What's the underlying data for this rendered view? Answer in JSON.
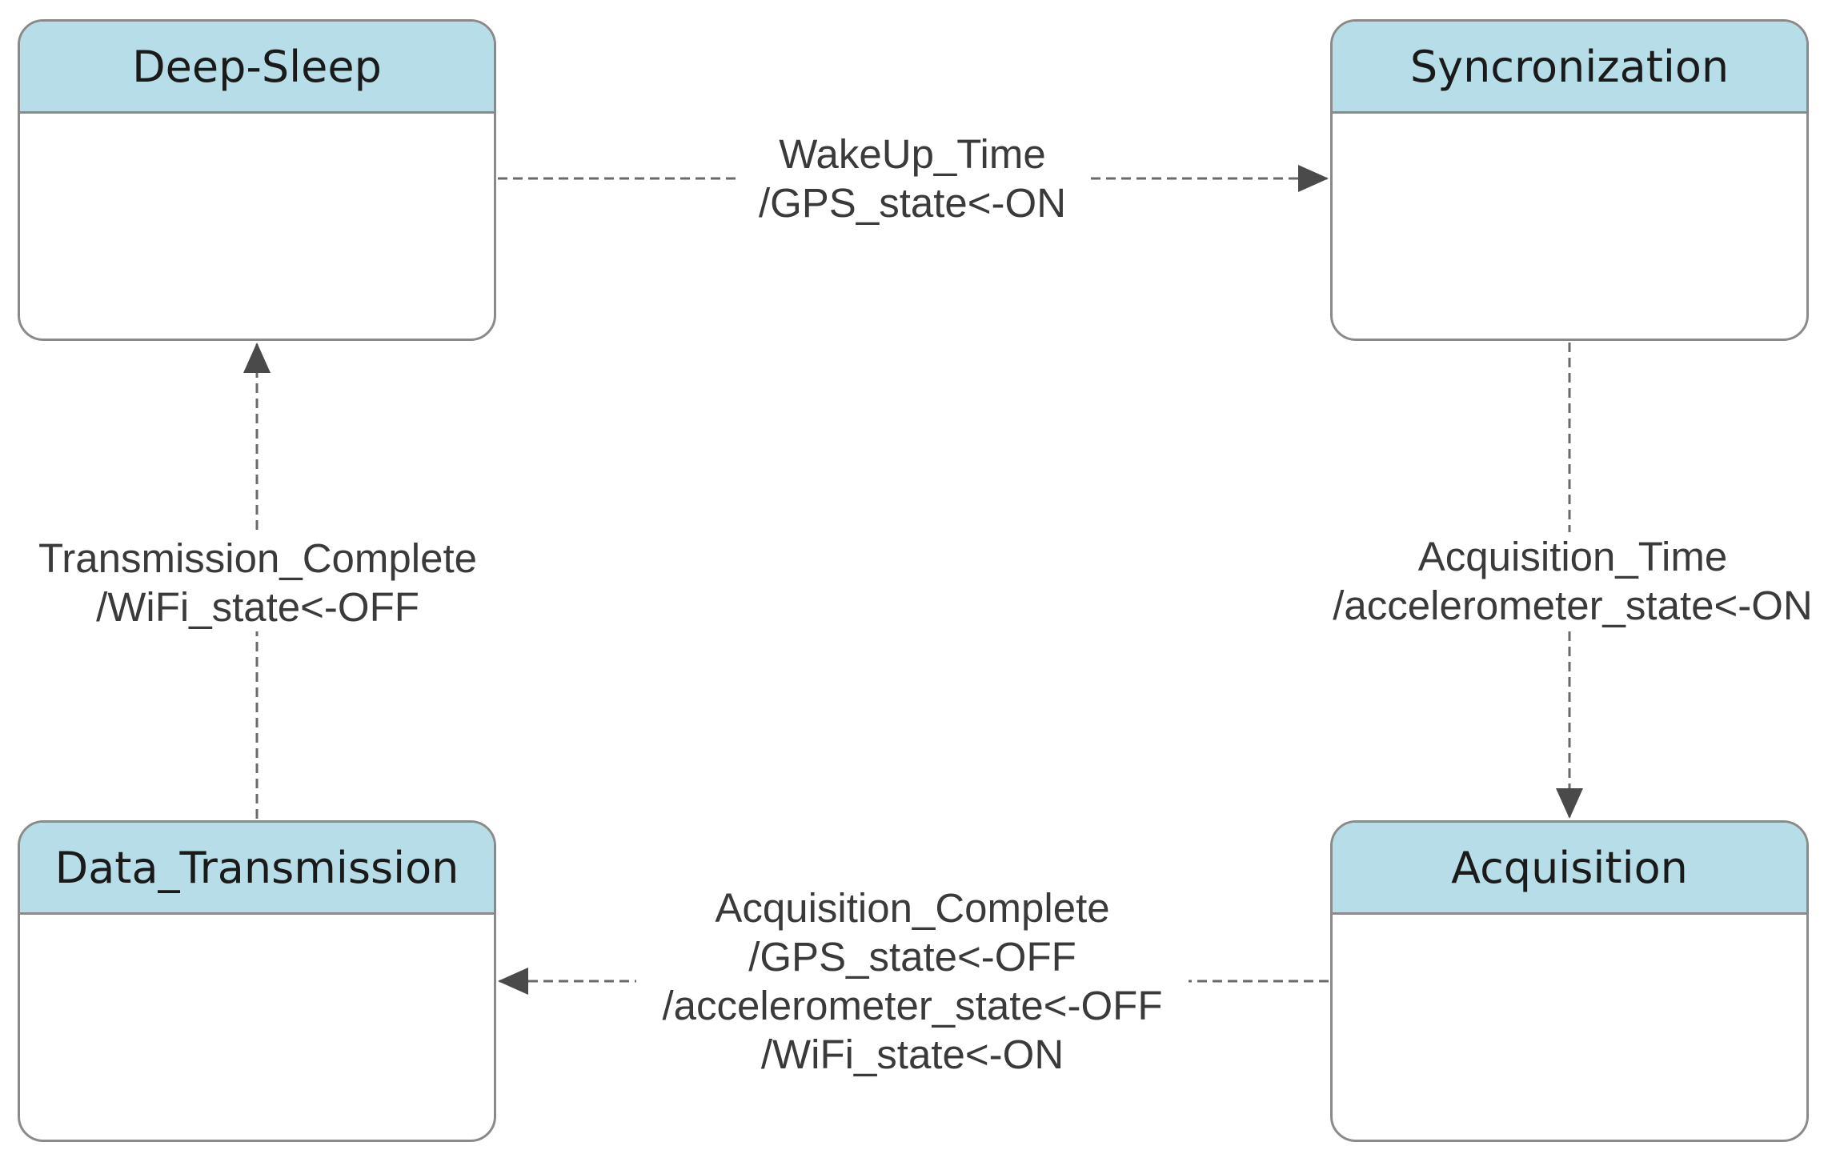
{
  "states": {
    "deep_sleep": "Deep-Sleep",
    "syncronization": "Syncronization",
    "acquisition": "Acquisition",
    "data_transmission": "Data_Transmission"
  },
  "transitions": {
    "wakeup": {
      "event": "WakeUp_Time",
      "actions": [
        "/GPS_state<-ON"
      ]
    },
    "acquisition_time": {
      "event": "Acquisition_Time",
      "actions": [
        "/accelerometer_state<-ON"
      ]
    },
    "acquisition_complete": {
      "event": "Acquisition_Complete",
      "actions": [
        "/GPS_state<-OFF",
        "/accelerometer_state<-OFF",
        "/WiFi_state<-ON"
      ]
    },
    "transmission_complete": {
      "event": "Transmission_Complete",
      "actions": [
        "/WiFi_state<-OFF"
      ]
    }
  },
  "colors": {
    "header_fill": "#b7dde8",
    "border": "#8a8a8a",
    "edge": "#6a6a6a",
    "arrowhead": "#4a4a4a",
    "label_text": "#3a3a3a"
  }
}
